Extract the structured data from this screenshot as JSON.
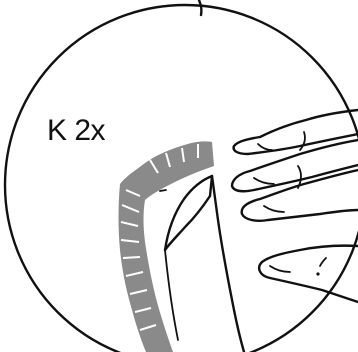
{
  "illustration": {
    "annotation_label": "K 2x",
    "colors": {
      "ink": "#111111",
      "hair_edge": "#8a8a8a",
      "background": "#ffffff"
    },
    "icons": [
      "magnifier-circle",
      "hand-fingers",
      "torn-paper-flap"
    ]
  }
}
